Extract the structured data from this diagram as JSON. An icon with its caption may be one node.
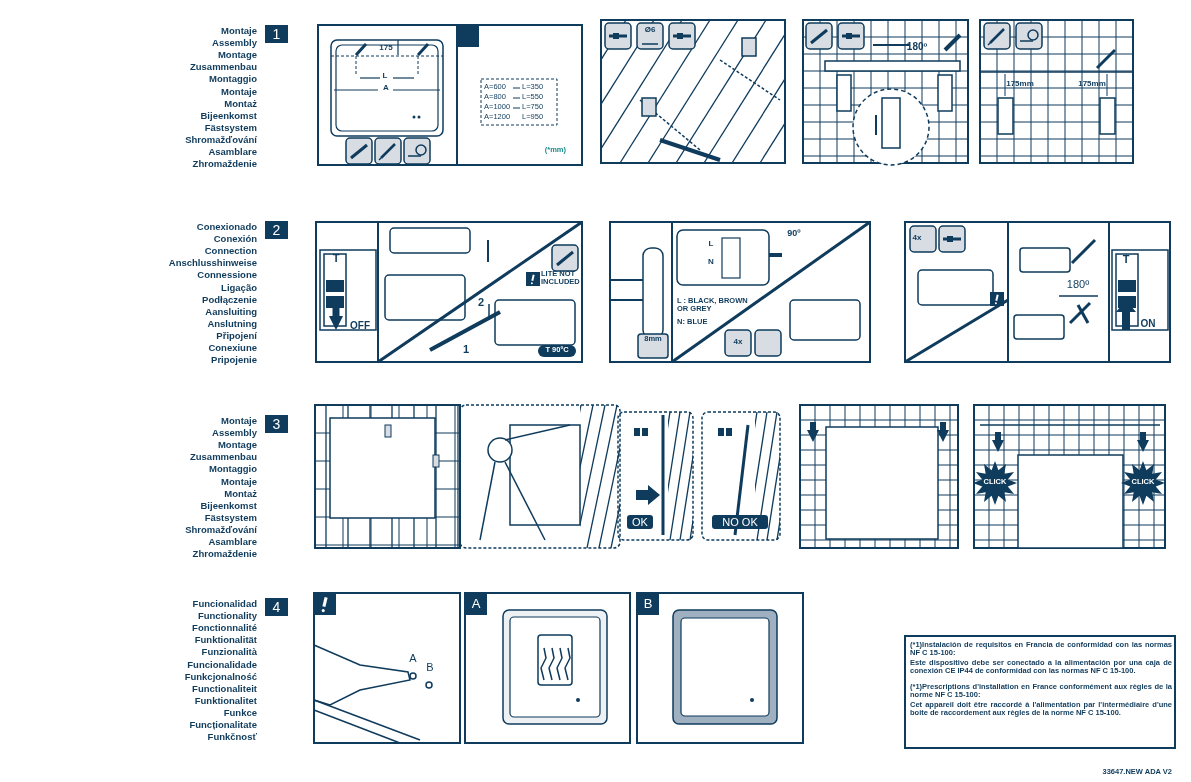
{
  "diagram": {
    "nodes": [
      {
        "text": [
          "1"
        ],
        "beside": [
          "Montaje",
          "Assembly",
          "Montage",
          "Zusammenbau",
          "Montaggio",
          "Montaje",
          "Montaż",
          "Bijeenkomst",
          "Fästsystem",
          "Shromažďování",
          "Asamblare",
          "Zhromaždenie"
        ]
      },
      {
        "text": [
          "2"
        ],
        "beside": [
          "Conexionado",
          "Conexión",
          "Connection",
          "Anschlusshinweise",
          "Connessione",
          "Ligação",
          "Podłączenie",
          "Aansluiting",
          "Anslutning",
          "Připojení",
          "Conexiune",
          "Pripojenie"
        ]
      },
      {
        "text": [
          "3"
        ],
        "beside": [
          "Montaje",
          "Assembly",
          "Montage",
          "Zusammenbau",
          "Montaggio",
          "Montaje",
          "Montaż",
          "Bijeenkomst",
          "Fästsystem",
          "Shromažďování",
          "Asamblare",
          "Zhromaždenie"
        ]
      },
      {
        "text": [
          "4"
        ],
        "beside": [
          "Funcionalidad",
          "Functionality",
          "Fonctionnalité",
          "Funktionalität",
          "Funzionalità",
          "Funcionalidade",
          "Funkcjonalność",
          "Functionaliteit",
          "Funktionalitet",
          "Funkce",
          "Funcționalitate",
          "Funkčnosť"
        ]
      }
    ],
    "labels": [
      "175",
      "L",
      "A",
      "A=600",
      "L=350",
      "A=800",
      "L=550",
      "A=1000",
      "L=750",
      "A=1200",
      "L=950",
      "(*mm)",
      "Ø6",
      "180º",
      "175mm",
      "175mm",
      "T",
      "OFF",
      "2",
      "1",
      "LITE NOT INCLUDED",
      "T 90ºC",
      "90º",
      "L",
      "N",
      "L : BLACK, BROWN OR GREY",
      "N: BLUE",
      "8mm",
      "4x",
      "4x",
      "180º",
      "T",
      "ON",
      "OK",
      "NO OK",
      "CLICK",
      "CLICK",
      "A",
      "B",
      "A",
      "B",
      "(*1)Instalación de requisitos en Francia de conformidad con las normas NF C 15-100:",
      "Este dispositivo debe ser conectado a la alimentación por una caja de conexión CE IP44 de conformidad con las normas NF C 15-100.",
      "(*1)Prescriptions d'installation en France conformément aux règles de la norme NF C 15-100:",
      "Cet appareil doit être raccordé à l'alimentation par l'intermédiaire d'une boite de raccordement aux règles de la norme NF C 15-100.",
      "33647.NEW ADA V2"
    ]
  }
}
